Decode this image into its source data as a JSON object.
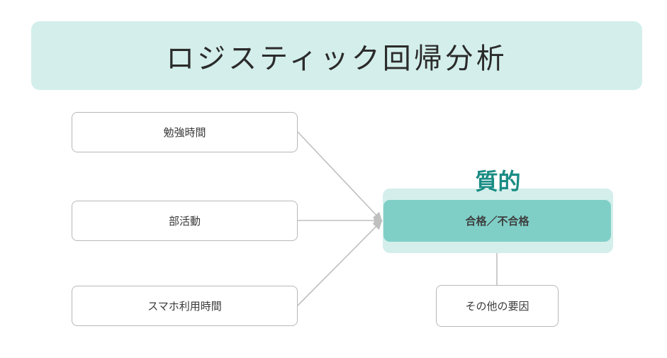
{
  "title": "ロジスティック回帰分析",
  "inputs": [
    {
      "label": "勉強時間"
    },
    {
      "label": "部活動"
    },
    {
      "label": "スマホ利用時間"
    }
  ],
  "outcome": {
    "type_label": "質的",
    "label": "合格／不合格"
  },
  "other_factors": {
    "label": "その他の要因"
  },
  "colors": {
    "title_background": "#d4efeb",
    "outcome_fill": "#7fcfc7",
    "outcome_halo": "#d4efeb",
    "type_label_text": "#1a8c84",
    "connector": "#bfbfbf",
    "box_border": "#b8b8b8"
  }
}
